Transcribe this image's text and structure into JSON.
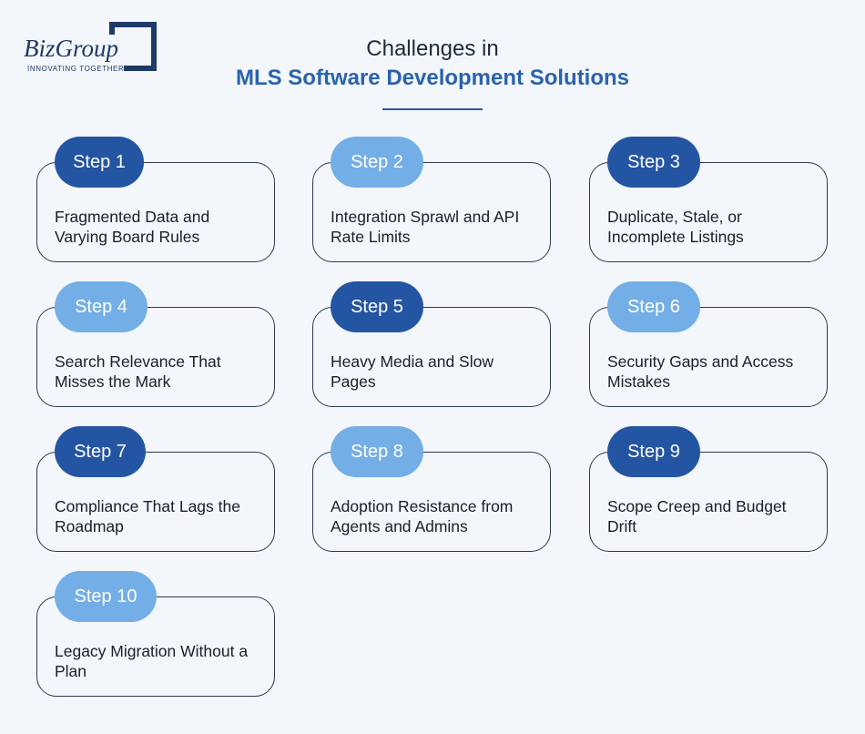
{
  "logo": {
    "brand": "BizGroup",
    "tagline": "INNOVATING TOGETHER"
  },
  "heading": {
    "line1": "Challenges in",
    "line2": "MLS Software Development Solutions"
  },
  "steps": [
    {
      "label": "Step 1",
      "text": "Fragmented Data and Varying Board Rules",
      "tone": "dark"
    },
    {
      "label": "Step 2",
      "text": "Integration Sprawl and API Rate Limits",
      "tone": "light"
    },
    {
      "label": "Step 3",
      "text": "Duplicate, Stale, or Incomplete Listings",
      "tone": "dark"
    },
    {
      "label": "Step 4",
      "text": "Search Relevance That Misses the Mark",
      "tone": "light"
    },
    {
      "label": "Step 5",
      "text": "Heavy Media and Slow Pages",
      "tone": "dark"
    },
    {
      "label": "Step 6",
      "text": "Security Gaps and Access Mistakes",
      "tone": "light"
    },
    {
      "label": "Step 7",
      "text": "Compliance That Lags the Roadmap",
      "tone": "dark"
    },
    {
      "label": "Step 8",
      "text": "Adoption Resistance from Agents and Admins",
      "tone": "light"
    },
    {
      "label": "Step 9",
      "text": "Scope Creep and Budget Drift",
      "tone": "dark"
    },
    {
      "label": "Step 10",
      "text": "Legacy Migration Without a Plan",
      "tone": "light"
    }
  ]
}
